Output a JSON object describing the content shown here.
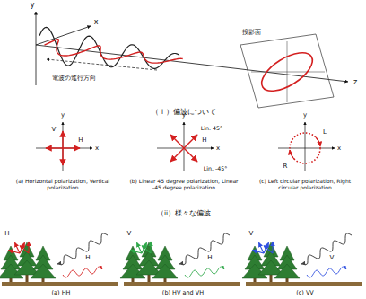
{
  "diagram": {
    "labels": [
      "y",
      "x",
      "z",
      "電波の進行方向",
      "投影面",
      "（ｉ）偏波について",
      "y",
      "V",
      "H",
      "x",
      "(a) Horizontal polarization, Vertical polarization",
      "y",
      "Lin. 45°",
      "H",
      "x",
      "Lin. -45°",
      "(b) Linear 45 degree polarization, Linear -45 degree polarization",
      "y",
      "L",
      "x",
      "R",
      "(c) Left circular polarization, Right circular polarization",
      "（ii）様々な偏波",
      "H",
      "H",
      "(a) HH",
      "H",
      "V",
      "(b) HV and VH",
      "V",
      "V",
      "(c) VV"
    ]
  }
}
